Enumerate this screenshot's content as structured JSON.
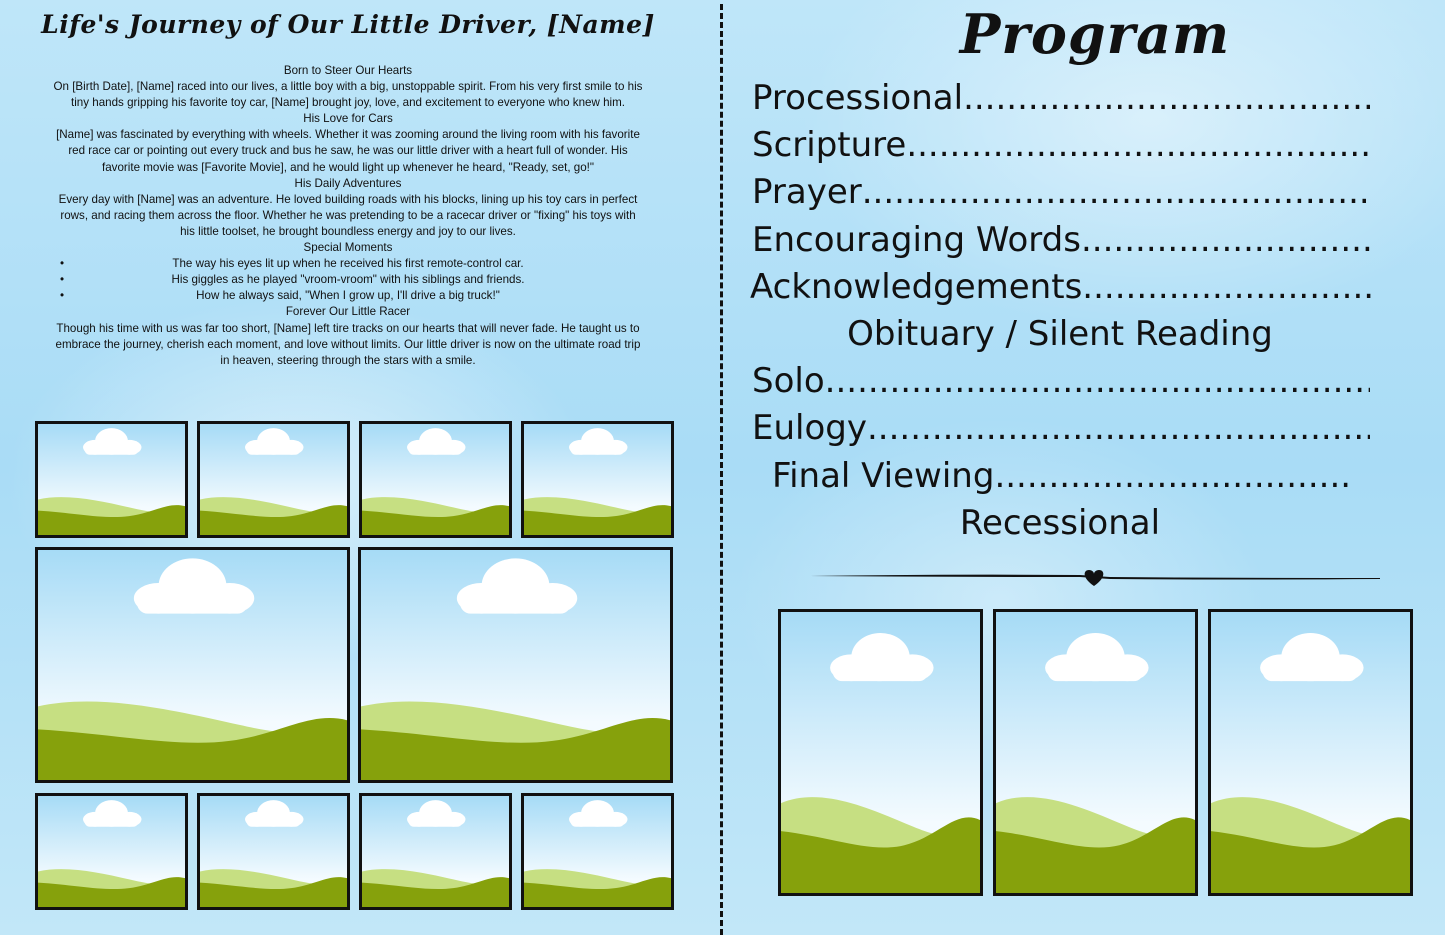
{
  "left_page": {
    "title": "Life's Journey of Our Little Driver, [Name]",
    "obituary": [
      {
        "type": "heading",
        "text": "Born to Steer Our Hearts"
      },
      {
        "type": "para",
        "text": "On [Birth Date], [Name] raced into our lives, a little boy with a big, unstoppable spirit. From his very first smile to his tiny hands gripping his favorite toy car, [Name] brought joy, love, and excitement to everyone who knew him."
      },
      {
        "type": "heading",
        "text": "His Love for Cars"
      },
      {
        "type": "para",
        "text": "[Name] was fascinated by everything with wheels. Whether it was zooming around the living room with his favorite red race car or pointing out every truck and bus he saw, he was our little driver with a heart full of wonder. His favorite movie was [Favorite Movie], and he would light up whenever he heard, \"Ready, set, go!\""
      },
      {
        "type": "heading",
        "text": "His Daily Adventures"
      },
      {
        "type": "para",
        "text": "Every day with [Name] was an adventure. He loved building roads with his blocks, lining up his toy cars in perfect rows, and racing them across the floor. Whether he was pretending to be a racecar driver or \"fixing\" his toys with his little toolset, he brought boundless energy and joy to our lives."
      },
      {
        "type": "heading",
        "text": "Special Moments"
      },
      {
        "type": "list",
        "items": [
          "The way his eyes lit up when he received his first remote-control car.",
          "His giggles as he played \"vroom-vroom\" with his siblings and friends.",
          "How he always said, \"When I grow up, I'll drive a big truck!\""
        ]
      },
      {
        "type": "heading",
        "text": "Forever Our Little Racer"
      },
      {
        "type": "para",
        "text": "Though his time with us was far too short, [Name] left tire tracks on our hearts that will never fade. He taught us to embrace the journey, cherish each moment, and love without limits. Our little driver is now on the ultimate road trip in heaven, steering through the stars with a smile."
      }
    ]
  },
  "right_page": {
    "title": "Program",
    "items": [
      {
        "label": "Processional",
        "dots": true
      },
      {
        "label": "Scripture",
        "dots": true
      },
      {
        "label": "Prayer",
        "dots": true
      },
      {
        "label": "Encouraging Words ",
        "dots": true
      },
      {
        "label": "Acknowledgements",
        "dots": true
      },
      {
        "label": "Obituary / Silent Reading",
        "dots": false
      },
      {
        "label": "Solo",
        "dots": true
      },
      {
        "label": "Eulogy",
        "dots": true
      },
      {
        "label": "Final Viewing",
        "dots": true
      },
      {
        "label": "Recessional",
        "dots": false
      }
    ]
  },
  "colors": {
    "background": "#b3e0f7",
    "frame": "#111111",
    "hill_light": "#c6df82",
    "hill_dark": "#86a10c",
    "cloud": "#ffffff"
  },
  "icons": {
    "photo_placeholder": "landscape-placeholder-icon",
    "divider_ornament": "heart-icon"
  }
}
